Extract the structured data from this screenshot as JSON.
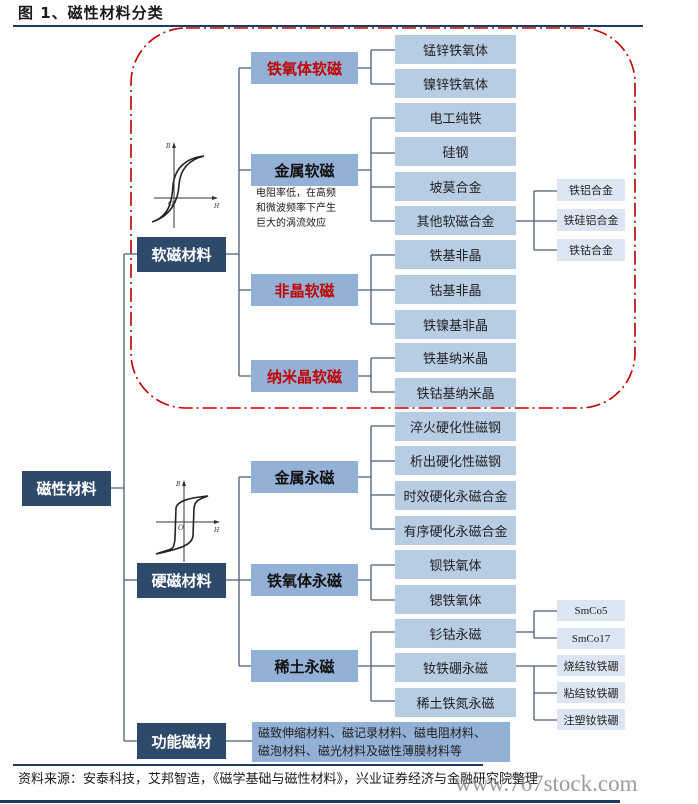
{
  "figure": {
    "title": "图 1、磁性材料分类",
    "source": "资料来源：安泰科技，艾邦智造，《磁学基础与磁性材料》，兴业证券经济与金融研究院整理",
    "watermark": "www.767stock.com"
  },
  "colors": {
    "dark_node": "#2e4a6b",
    "mid_node": "#93b0d6",
    "leaf_node": "#b8cce4",
    "sub_leaf_node": "#dce6f2",
    "highlight_text": "#c00000",
    "dashed_border": "#c00000",
    "connector": "#4a5d78"
  },
  "root": {
    "label": "磁性材料"
  },
  "soft": {
    "label": "软磁材料",
    "chart_icon": "hysteresis-loop-narrow",
    "groups": [
      {
        "label": "铁氧体软磁",
        "highlight": true,
        "items": [
          "锰锌铁氧体",
          "镍锌铁氧体"
        ]
      },
      {
        "label": "金属软磁",
        "highlight": false,
        "note": [
          "电阻率低，在高频",
          "和微波频率下产生",
          "巨大的涡流效应"
        ],
        "items": [
          "电工纯铁",
          "硅钢",
          "坡莫合金",
          "其他软磁合金"
        ],
        "sub_items": [
          "铁铝合金",
          "铁硅铝合金",
          "铁钴合金"
        ]
      },
      {
        "label": "非晶软磁",
        "highlight": true,
        "items": [
          "铁基非晶",
          "钴基非晶",
          "铁镍基非晶"
        ]
      },
      {
        "label": "纳米晶软磁",
        "highlight": true,
        "items": [
          "铁基纳米晶",
          "铁钴基纳米晶"
        ]
      }
    ]
  },
  "hard": {
    "label": "硬磁材料",
    "chart_icon": "hysteresis-loop-wide",
    "groups": [
      {
        "label": "金属永磁",
        "items": [
          "淬火硬化性磁钢",
          "析出硬化性磁钢",
          "时效硬化永磁合金",
          "有序硬化永磁合金"
        ]
      },
      {
        "label": "铁氧体永磁",
        "items": [
          "钡铁氧体",
          "锶铁氧体"
        ]
      },
      {
        "label": "稀土永磁",
        "items": [
          "钐钴永磁",
          "钕铁硼永磁",
          "稀土铁氮永磁"
        ],
        "smco_sub": [
          "SmCo5",
          "SmCo17"
        ],
        "ndfeb_sub": [
          "烧结钕铁硼",
          "粘结钕铁硼",
          "注塑钕铁硼"
        ]
      }
    ]
  },
  "functional": {
    "label": "功能磁材",
    "description": [
      "磁致伸缩材料、磁记录材料、磁电阻材料、",
      "磁泡材料、磁光材料及磁性薄膜材料等"
    ]
  },
  "axis_labels": {
    "b": "B",
    "h": "H",
    "o": "O"
  }
}
